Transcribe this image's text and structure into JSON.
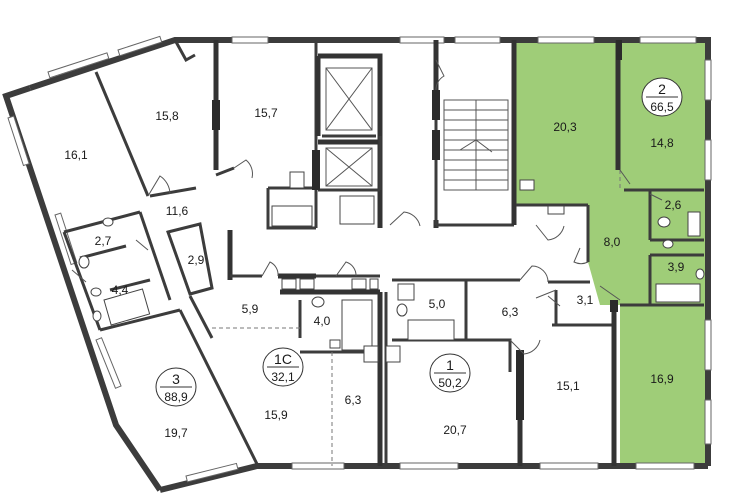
{
  "colors": {
    "highlight": "#9fcd78",
    "wall": "#3c3c3c",
    "background": "#ffffff"
  },
  "apartments": [
    {
      "number": "3",
      "total": "88,9"
    },
    {
      "number": "1С",
      "total": "32,1"
    },
    {
      "number": "1",
      "total": "50,2"
    },
    {
      "number": "2",
      "total": "66,5"
    }
  ],
  "rooms": {
    "r16_1": "16,1",
    "r15_8": "15,8",
    "r15_7": "15,7",
    "r11_6": "11,6",
    "r2_7": "2,7",
    "r2_9": "2,9",
    "r4_4": "4,4",
    "r19_7": "19,7",
    "r5_9": "5,9",
    "r4_0": "4,0",
    "r15_9": "15,9",
    "r6_3a": "6,3",
    "r5_0": "5,0",
    "r6_3b": "6,3",
    "r3_1": "3,1",
    "r20_7": "20,7",
    "r15_1": "15,1",
    "r20_3": "20,3",
    "r14_8": "14,8",
    "r2_6": "2,6",
    "r8_0": "8,0",
    "r3_9": "3,9",
    "r16_9": "16,9"
  }
}
